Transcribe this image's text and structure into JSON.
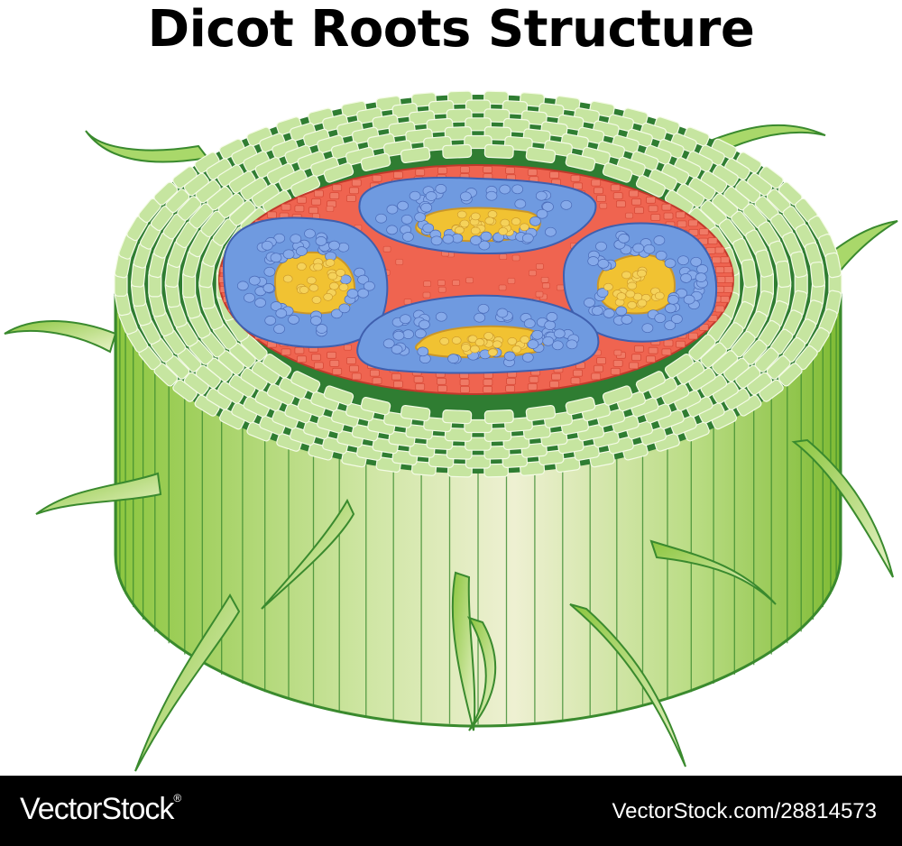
{
  "title": "Dicot Roots Structure",
  "footer": {
    "brand": "VectorStock",
    "registered_mark": "®",
    "stock_id": "VectorStock.com/28814573"
  },
  "colors": {
    "cortex_cells": "#c6e5a0",
    "cell_walls": "#1f6b2a",
    "outer_side": "#8cc63f",
    "pericycle": "#ef6450",
    "phloem": "#6f9ae0",
    "xylem": "#f1c232",
    "root_hairs": "#a9d86a"
  },
  "icons": [
    "root-hair-icon"
  ]
}
